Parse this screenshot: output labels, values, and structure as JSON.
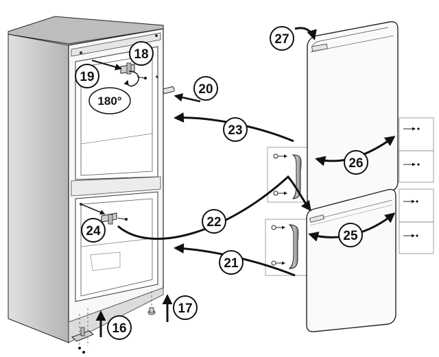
{
  "callouts": [
    {
      "id": "16",
      "label": "16"
    },
    {
      "id": "17",
      "label": "17"
    },
    {
      "id": "18",
      "label": "18"
    },
    {
      "id": "19",
      "label": "19"
    },
    {
      "id": "20",
      "label": "20"
    },
    {
      "id": "21",
      "label": "21"
    },
    {
      "id": "22",
      "label": "22"
    },
    {
      "id": "23",
      "label": "23"
    },
    {
      "id": "24",
      "label": "24"
    },
    {
      "id": "25",
      "label": "25"
    },
    {
      "id": "26",
      "label": "26"
    },
    {
      "id": "27",
      "label": "27"
    }
  ],
  "rotation_label": "180°",
  "colors": {
    "line": "#111111",
    "cabinet_side": "#c9c9c9",
    "cabinet_front": "#f4f4f4",
    "cabinet_top": "#a8a8a8",
    "handle": "#8f8f8f",
    "door": "#fafafa"
  }
}
